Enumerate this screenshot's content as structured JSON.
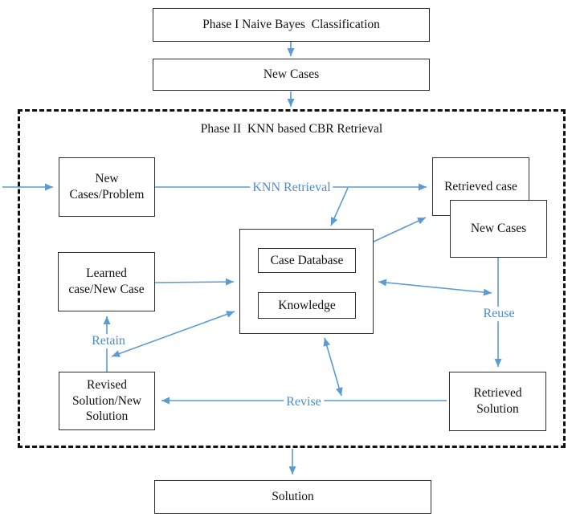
{
  "colors": {
    "arrow": "#5B9BD5",
    "edge_label_text": "#4d8ccd",
    "box_border": "#2d2d2d",
    "dashed_border": "#111111",
    "text": "#111111"
  },
  "nodes": {
    "phase1": {
      "label": "Phase I Naive Bayes  Classification"
    },
    "new_cases_top": {
      "label": "New Cases"
    },
    "phase2_title": {
      "label": "Phase II  KNN based CBR Retrieval"
    },
    "new_cases_problem": {
      "lines": [
        "New",
        "Cases/Problem"
      ]
    },
    "retrieved_case": {
      "label": "Retrieved case"
    },
    "new_cases_inner": {
      "label": "New Cases"
    },
    "case_database": {
      "label": "Case Database"
    },
    "knowledge": {
      "label": "Knowledge"
    },
    "learned_case": {
      "lines": [
        "Learned",
        "case/New Case"
      ]
    },
    "revised_solution": {
      "lines": [
        "Revised",
        "Solution/New",
        "Solution"
      ]
    },
    "retrieved_solution": {
      "lines": [
        "Retrieved",
        "Solution"
      ]
    },
    "solution": {
      "label": "Solution"
    }
  },
  "edge_labels": {
    "knn_retrieval": "KNN Retrieval",
    "reuse": "Reuse",
    "retain": "Retain",
    "revise": "Revise"
  }
}
